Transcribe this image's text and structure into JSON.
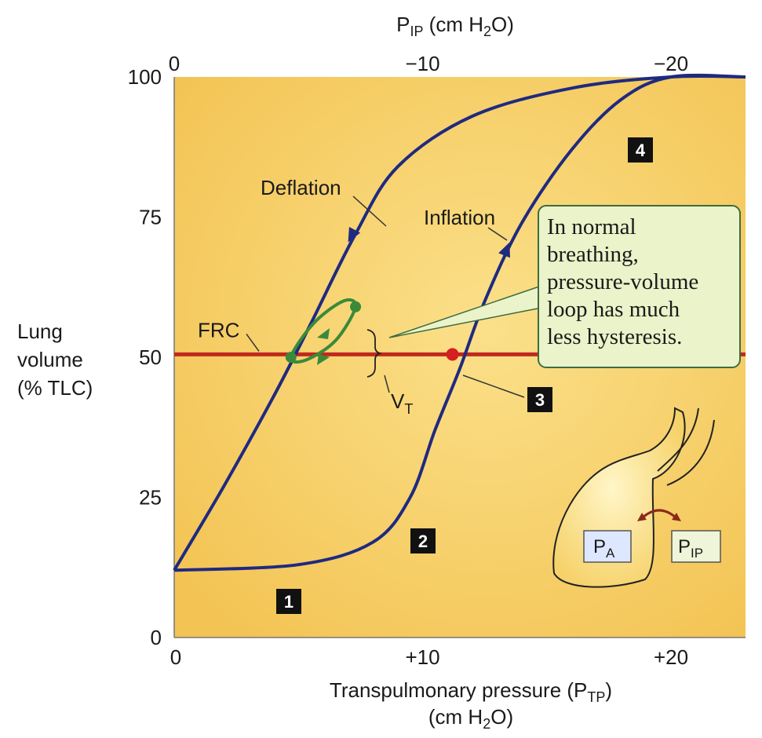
{
  "chart_data": {
    "type": "line",
    "title": "",
    "top_axis": {
      "label": "P",
      "label_sub": "IP",
      "label_rest": " (cm H",
      "label_sub2": "2",
      "label_end": "O)",
      "ticks": [
        "0",
        "−10",
        "−20"
      ],
      "tick_values": [
        0,
        -10,
        -20
      ]
    },
    "x_axis": {
      "label_line1_main": "Transpulmonary pressure (P",
      "label_line1_sub": "TP",
      "label_line1_end": ")",
      "label_line2_main": "(cm H",
      "label_line2_sub": "2",
      "label_line2_end": "O)",
      "ticks": [
        "0",
        "+10",
        "+20"
      ],
      "tick_values": [
        0,
        10,
        20
      ],
      "xlim": [
        0,
        23
      ]
    },
    "y_axis": {
      "label_lines": [
        "Lung",
        "volume",
        "(% TLC)"
      ],
      "ticks": [
        "0",
        "25",
        "50",
        "75",
        "100"
      ],
      "tick_values": [
        0,
        25,
        50,
        75,
        100
      ],
      "ylim": [
        0,
        100
      ]
    },
    "series": [
      {
        "name": "Deflation",
        "color": "#1f2a80",
        "x": [
          23,
          20,
          16,
          12,
          9,
          7.3,
          5.5,
          4,
          2,
          0
        ],
        "y": [
          100,
          100,
          98,
          93,
          84,
          72,
          56,
          43,
          27,
          12
        ]
      },
      {
        "name": "Inflation",
        "color": "#1f2a80",
        "x": [
          0,
          5,
          8,
          9.5,
          10.5,
          11.5,
          12.5,
          14,
          16,
          18,
          20,
          23
        ],
        "y": [
          12,
          13,
          17,
          25,
          37,
          48,
          60,
          74,
          87,
          96,
          100,
          100
        ]
      },
      {
        "name": "Tidal loop",
        "color": "#3a8a3a",
        "x": [
          4.7,
          5.6,
          6.8,
          7.3,
          6.5,
          5.3,
          4.7
        ],
        "y": [
          50,
          56,
          60,
          59,
          53,
          49.5,
          50
        ]
      }
    ],
    "frc": {
      "label": "FRC",
      "y": 50.5,
      "color": "#c0281e"
    },
    "frc_point": {
      "x": 11.2,
      "y": 50.5
    },
    "vt_label": "V",
    "vt_sub": "T",
    "markers": [
      "1",
      "2",
      "3",
      "4"
    ],
    "callout": [
      "In normal",
      "breathing,",
      "pressure-volume",
      "loop has much",
      "less hysteresis."
    ],
    "inset": {
      "pa_label": "P",
      "pa_sub": "A",
      "pip_label": "P",
      "pip_sub": "IP"
    },
    "colors": {
      "plot_bg": "#f7cf66",
      "curve": "#1f2a80",
      "loop": "#3a8a3a",
      "callout_bg": "#eaf3c9",
      "callout_border": "#3f6b3f"
    }
  }
}
